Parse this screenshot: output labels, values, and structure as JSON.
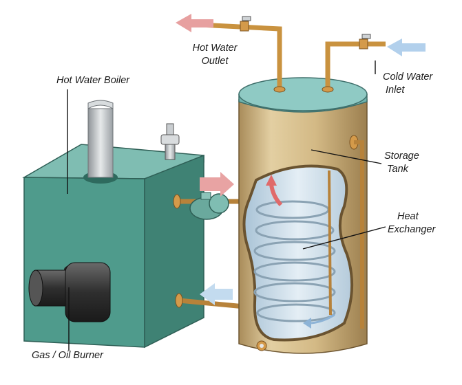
{
  "labels": {
    "hot_water_boiler": "Hot Water Boiler",
    "hot_water_outlet": [
      "Hot Water",
      "Outlet"
    ],
    "cold_water_inlet": [
      "Cold Water",
      "Inlet"
    ],
    "storage_tank": [
      "Storage",
      "Tank"
    ],
    "heat_exchanger": [
      "Heat",
      "Exchanger"
    ],
    "gas_oil_burner": "Gas / Oil Burner"
  },
  "colors": {
    "boiler": "#4f9b8c",
    "tank_body": "#d5bd8b",
    "tank_lid": "#6fb3ad",
    "copper_pipe": "#c9923f",
    "water": "#c9dce8",
    "hot_arrow": "#e58a8a",
    "cold_arrow": "#a9c9e6"
  }
}
